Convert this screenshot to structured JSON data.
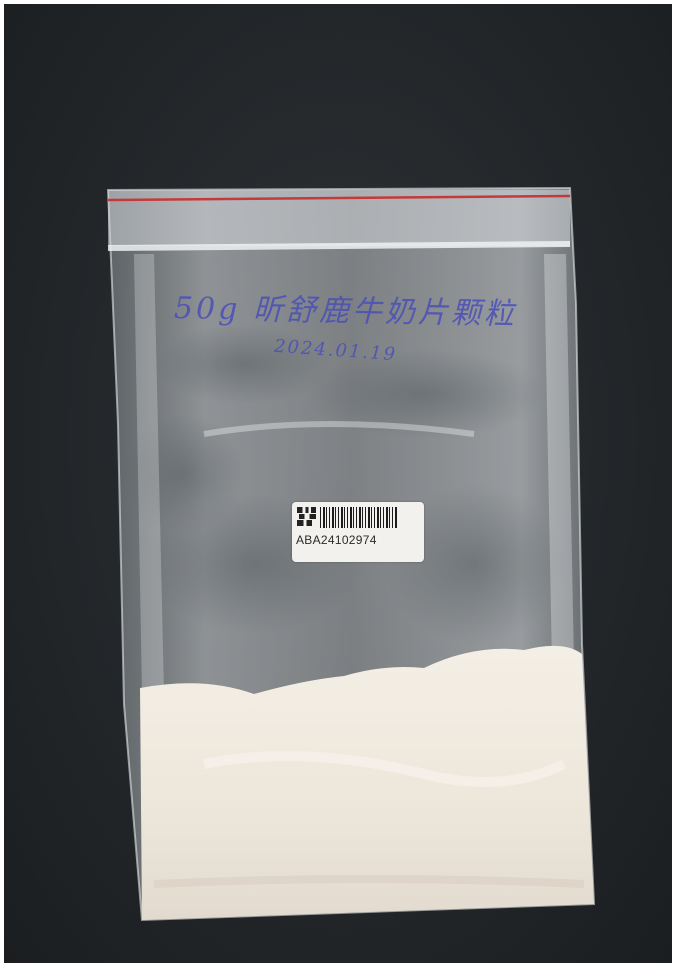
{
  "photo": {
    "background_color": "#23272a",
    "bag": {
      "zipper_color": "#c43a3a",
      "powder_color": "#efe8dc",
      "handwriting": {
        "line1": "50g 昕舒鹿牛奶片颗粒",
        "line2": "2024.01.19",
        "ink_color": "#4a4fb8"
      },
      "label": {
        "code": "ABA24102974"
      }
    }
  }
}
